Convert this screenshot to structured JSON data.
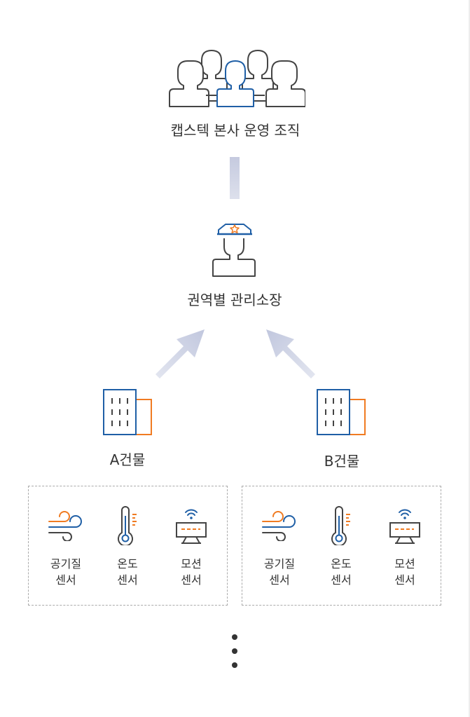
{
  "hq": {
    "label": "캡스텍 본사 운영 조직"
  },
  "manager": {
    "label": "권역별 관리소장"
  },
  "buildings": [
    {
      "label": "A건물",
      "sensors": [
        {
          "line1": "공기질",
          "line2": "센서",
          "icon": "wind-icon"
        },
        {
          "line1": "온도",
          "line2": "센서",
          "icon": "thermometer-icon"
        },
        {
          "line1": "모션",
          "line2": "센서",
          "icon": "motion-sensor-icon"
        }
      ]
    },
    {
      "label": "B건물",
      "sensors": [
        {
          "line1": "공기질",
          "line2": "센서",
          "icon": "wind-icon"
        },
        {
          "line1": "온도",
          "line2": "센서",
          "icon": "thermometer-icon"
        },
        {
          "line1": "모션",
          "line2": "센서",
          "icon": "motion-sensor-icon"
        }
      ]
    }
  ],
  "colors": {
    "blue": "#1f5fa6",
    "orange": "#f07b22",
    "gray_line": "#444444",
    "connector": "#c5cadf"
  }
}
